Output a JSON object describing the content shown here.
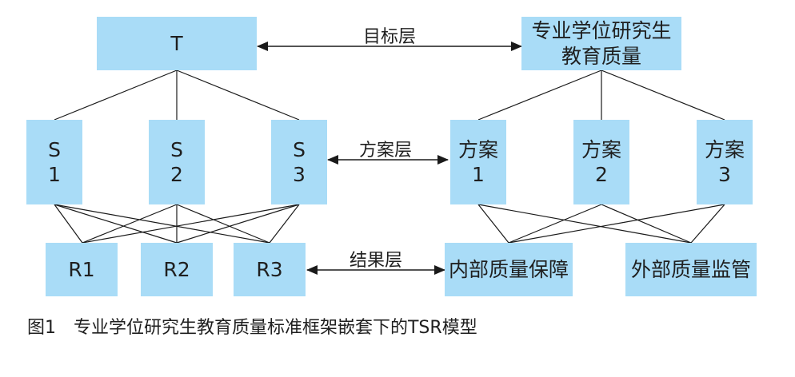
{
  "top_left": {
    "label": "T"
  },
  "top_right": {
    "line1": "专业学位研究生",
    "line2": "教育质量"
  },
  "layers": {
    "goal": "目标层",
    "plan": "方案层",
    "result": "结果层"
  },
  "s_nodes": [
    {
      "line1": "S",
      "line2": "1"
    },
    {
      "line1": "S",
      "line2": "2"
    },
    {
      "line1": "S",
      "line2": "3"
    }
  ],
  "plan_nodes": [
    {
      "line1": "方案",
      "line2": "1"
    },
    {
      "line1": "方案",
      "line2": "2"
    },
    {
      "line1": "方案",
      "line2": "3"
    }
  ],
  "r_nodes": [
    "R1",
    "R2",
    "R3"
  ],
  "result_nodes": [
    "内部质量保障",
    "外部质量监管"
  ],
  "caption": "图1　专业学位研究生教育质量标准框架嵌套下的TSR模型",
  "colors": {
    "box_fill": "#a9dcf7",
    "line": "#1a1a1a"
  }
}
